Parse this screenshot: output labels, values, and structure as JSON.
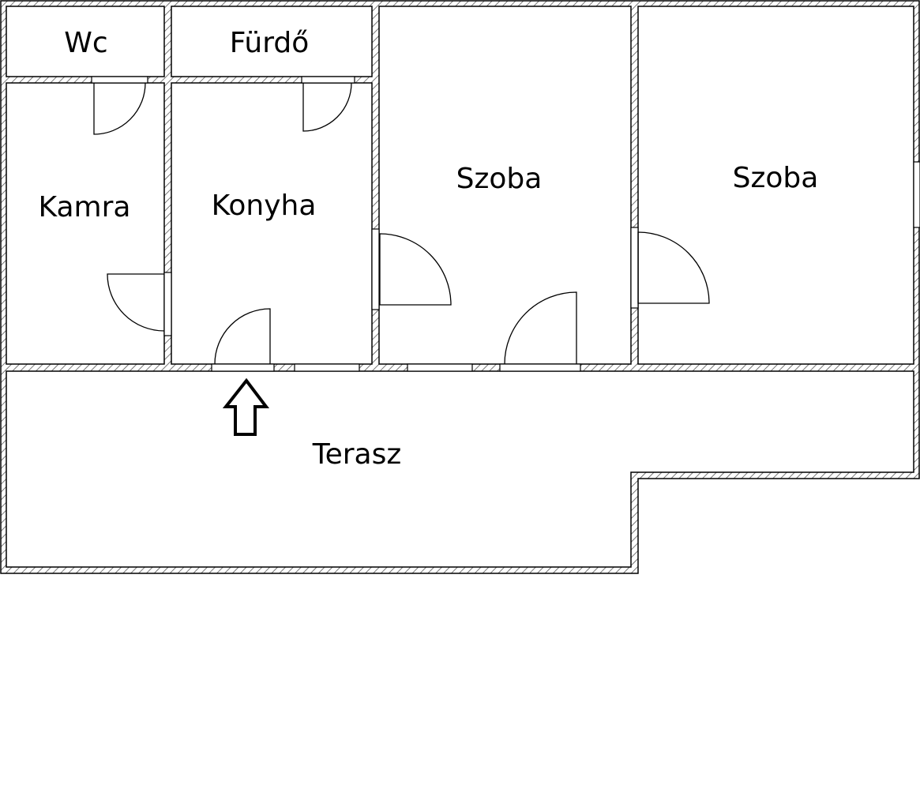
{
  "floorplan": {
    "rooms": {
      "wc": "Wc",
      "furdo": "Fürdő",
      "kamra": "Kamra",
      "konyha": "Konyha",
      "szoba1": "Szoba",
      "szoba2": "Szoba",
      "terasz": "Terasz"
    },
    "entrance_icon": "arrow-up-icon",
    "colors": {
      "wall_line": "#000000",
      "hatch": "#555555",
      "background": "#ffffff"
    }
  }
}
